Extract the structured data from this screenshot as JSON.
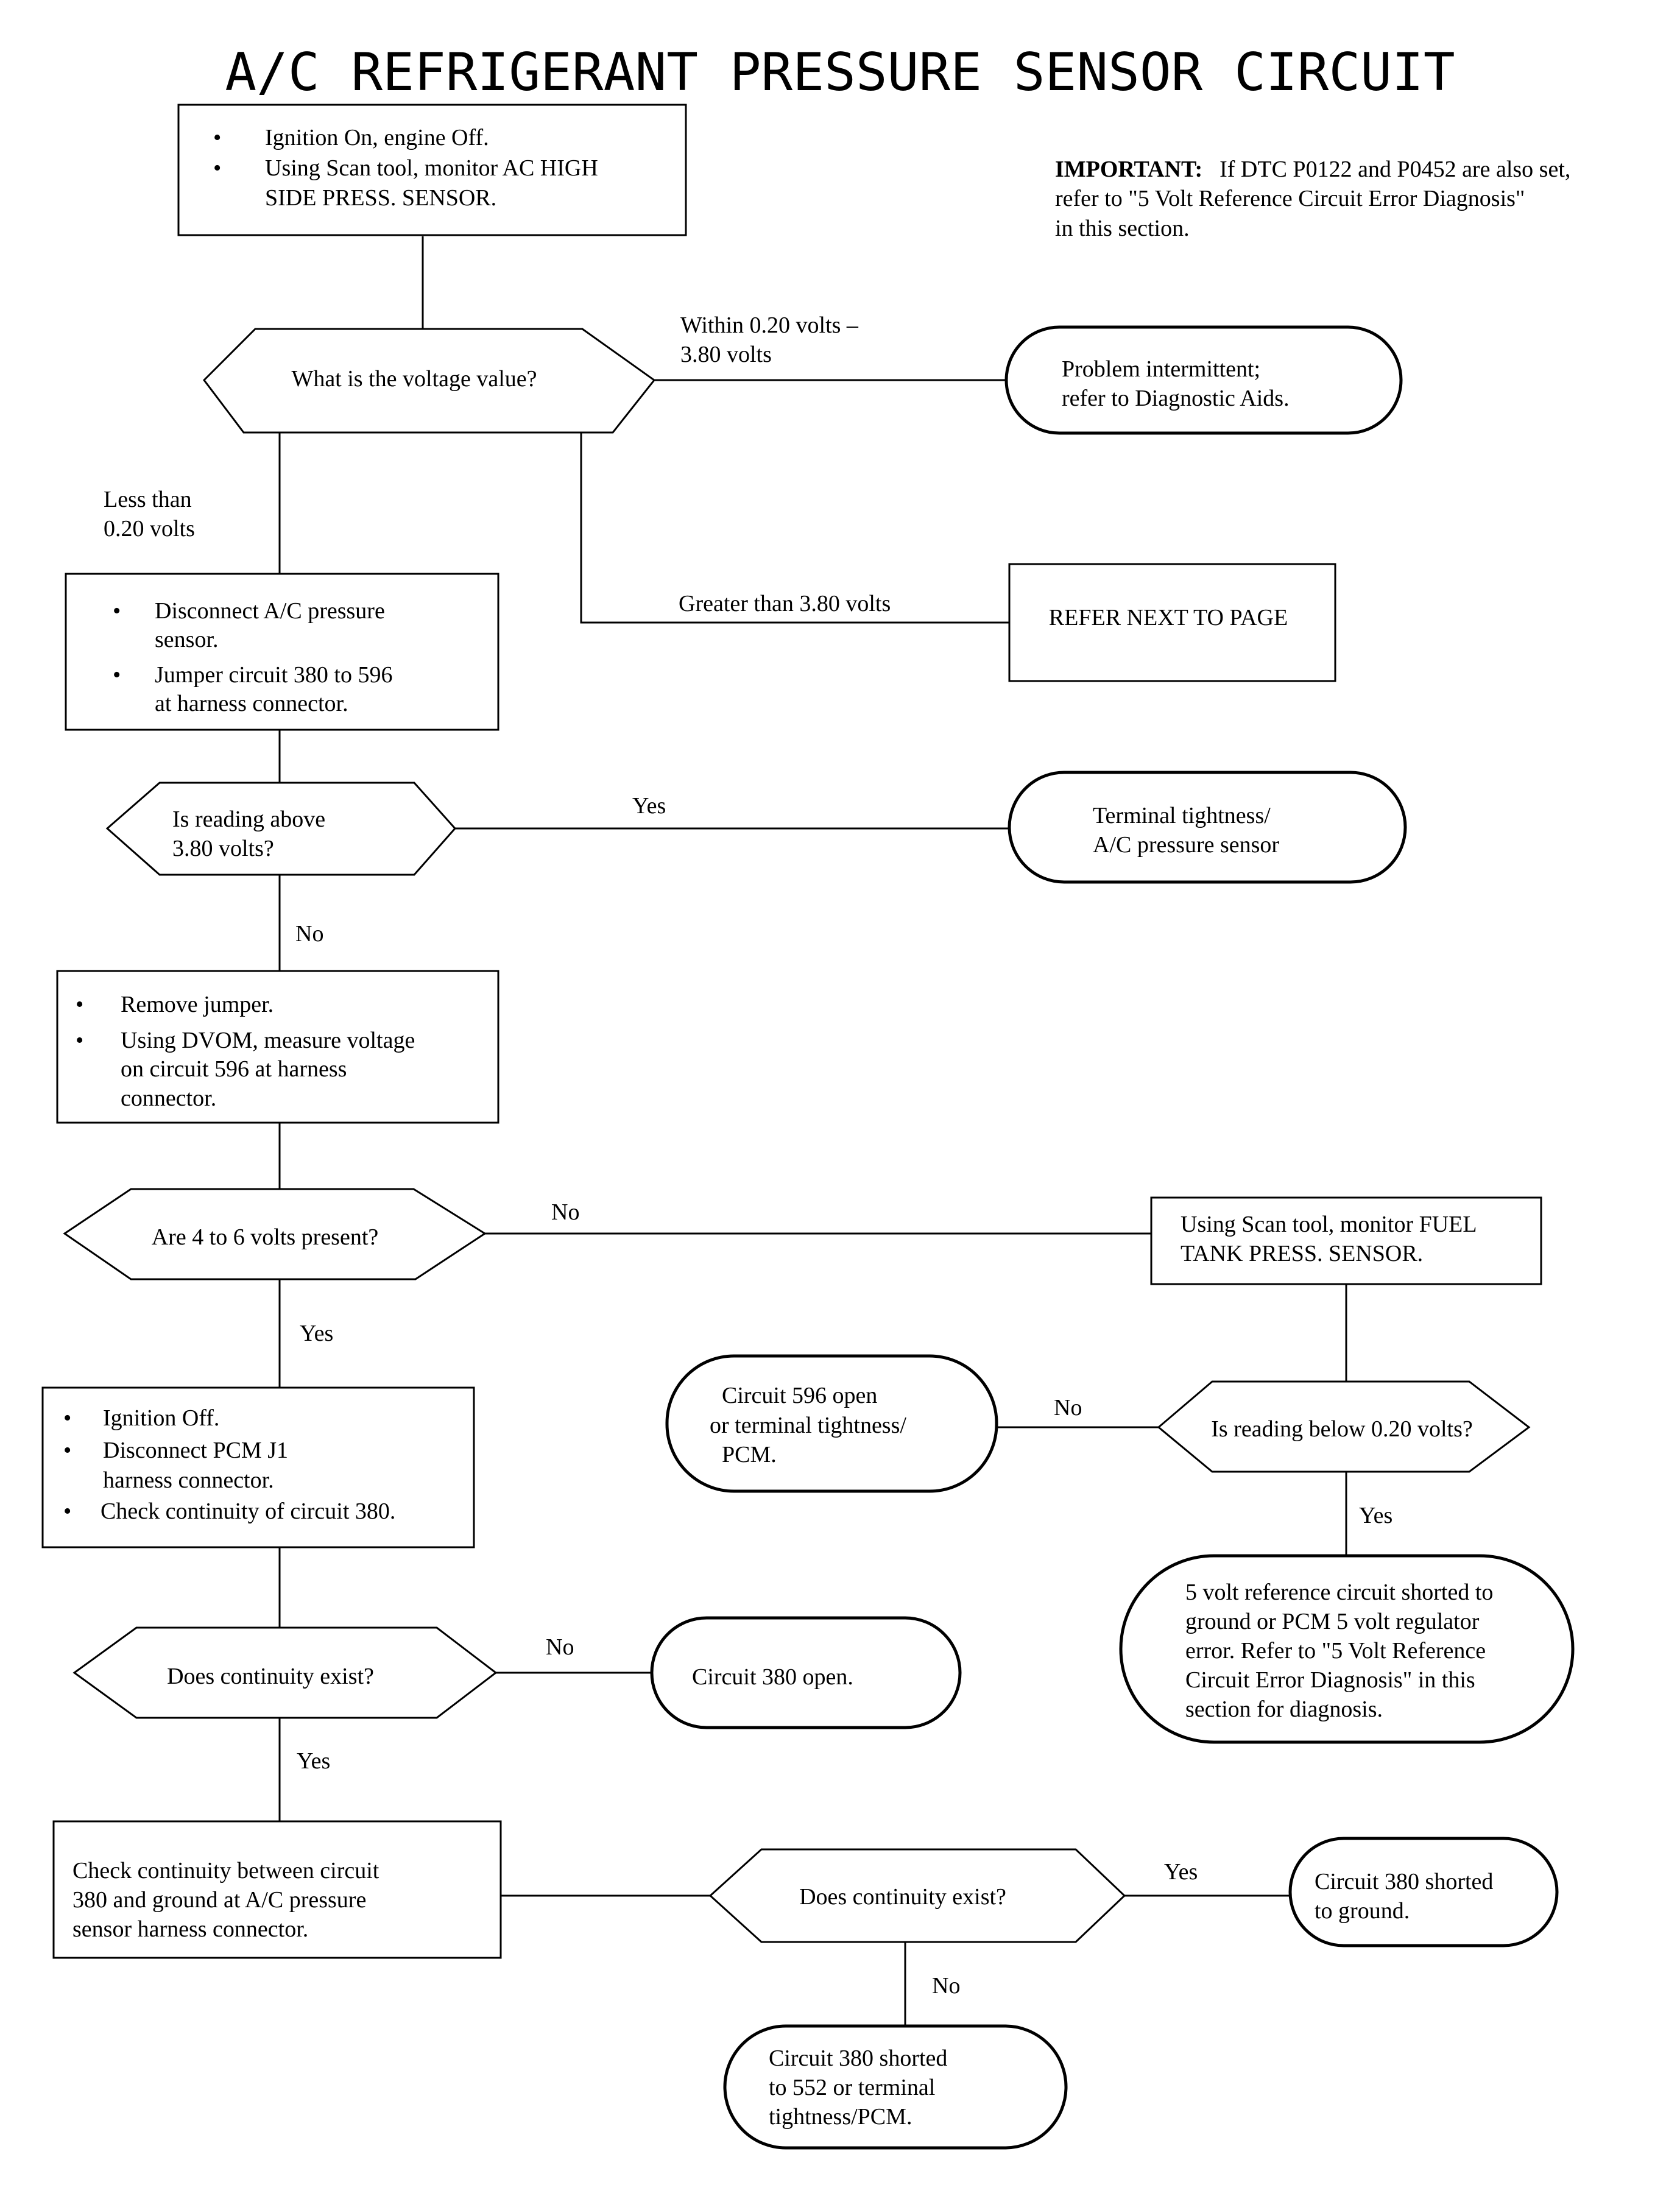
{
  "title": "A/C REFRIGERANT PRESSURE SENSOR CIRCUIT",
  "important": {
    "label": "IMPORTANT:",
    "line1": "If DTC P0122 and P0452 are also set,",
    "line2": "refer to \"5 Volt Reference Circuit Error Diagnosis\"",
    "line3": "in this section."
  },
  "nodes": {
    "start": {
      "bullets": [
        "Ignition On, engine Off.",
        "Using Scan tool, monitor AC HIGH",
        "SIDE PRESS. SENSOR."
      ]
    },
    "q_voltage": {
      "text": "What is the voltage value?"
    },
    "end_intermittent": {
      "lines": [
        "Problem intermittent;",
        "refer to Diagnostic Aids."
      ]
    },
    "refer_next": {
      "text": "REFER NEXT TO PAGE"
    },
    "disconnect_box": {
      "lines": [
        "Disconnect A/C pressure",
        "sensor.",
        "Jumper circuit 380 to 596",
        "at harness connector."
      ]
    },
    "q_above": {
      "lines": [
        "Is reading above",
        "3.80 volts?"
      ]
    },
    "end_terminal": {
      "lines": [
        "Terminal tightness/",
        "A/C pressure sensor"
      ]
    },
    "remove_box": {
      "lines": [
        "Remove jumper.",
        "Using DVOM, measure voltage",
        "on circuit 596 at harness",
        "connector."
      ]
    },
    "q_4to6": {
      "text": "Are 4 to 6 volts present?"
    },
    "fuel_box": {
      "lines": [
        "Using Scan tool, monitor FUEL",
        "TANK PRESS. SENSOR."
      ]
    },
    "q_below": {
      "text": "Is reading below 0.20 volts?"
    },
    "end_596": {
      "lines": [
        "Circuit 596 open",
        "or terminal tightness/",
        "PCM."
      ]
    },
    "end_5volt": {
      "lines": [
        "5 volt reference circuit shorted to",
        "ground or PCM 5 volt regulator",
        "error. Refer to \"5 Volt Reference",
        "Circuit Error Diagnosis\" in this",
        "section for diagnosis."
      ]
    },
    "ign_box": {
      "lines": [
        "Ignition Off.",
        "Disconnect PCM J1",
        "harness connector.",
        "Check continuity of circuit 380."
      ]
    },
    "q_cont1": {
      "text": "Does continuity exist?"
    },
    "end_380open": {
      "text": "Circuit 380 open."
    },
    "check_box": {
      "lines": [
        "Check continuity between circuit",
        "380 and ground at A/C pressure",
        "sensor harness connector."
      ]
    },
    "q_cont2": {
      "text": "Does continuity exist?"
    },
    "end_380ground": {
      "lines": [
        "Circuit 380 shorted",
        "to ground."
      ]
    },
    "end_380_552": {
      "lines": [
        "Circuit 380 shorted",
        "to 552 or terminal",
        "tightness/PCM."
      ]
    }
  },
  "edge_labels": {
    "within": [
      "Within 0.20 volts –",
      "3.80 volts"
    ],
    "less": [
      "Less than",
      "0.20 volts"
    ],
    "greater": "Greater than 3.80 volts",
    "yes_above": "Yes",
    "no_above": "No",
    "no_4to6": "No",
    "yes_4to6": "Yes",
    "no_below": "No",
    "yes_below": "Yes",
    "no_cont1": "No",
    "yes_cont1": "Yes",
    "yes_cont2": "Yes",
    "no_cont2": "No"
  },
  "bullet_glyph": "•"
}
